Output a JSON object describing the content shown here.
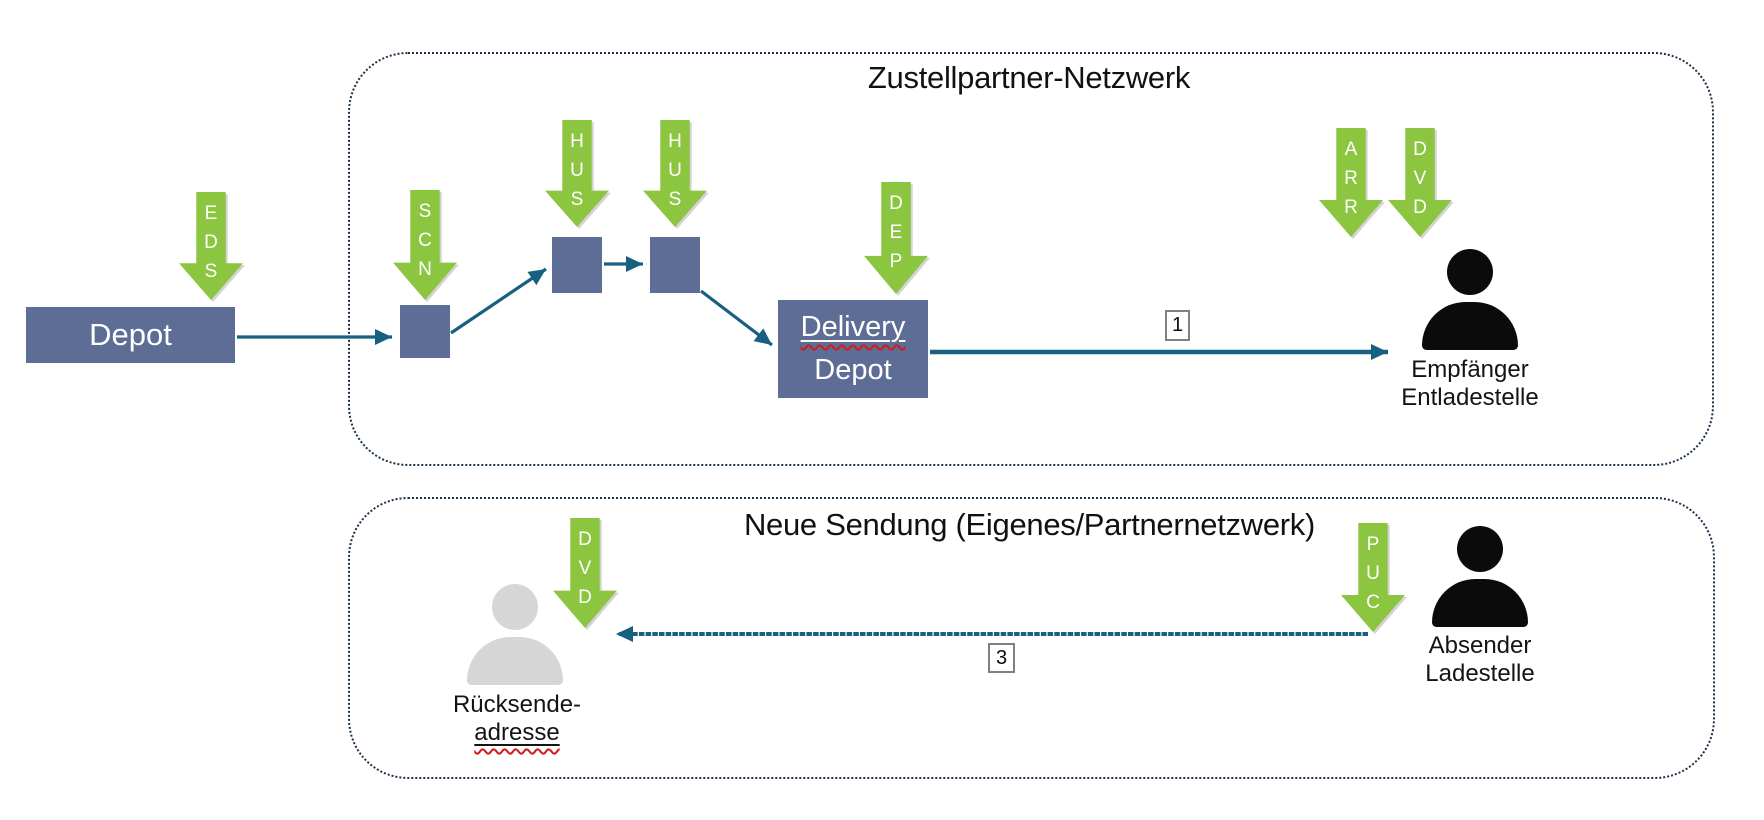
{
  "colors": {
    "event_arrow_green": "#8CC540",
    "node_fill": "#5D6D96",
    "connector_teal": "#17607F",
    "container_border_navy": "#1B3147",
    "person_black": "#0B0B0B",
    "person_gray": "#D6D6D6",
    "flow_label_border_gray": "#808080",
    "squiggle_red": "#D11A1A"
  },
  "top_section": {
    "title": "Zustellpartner-Netzwerk",
    "depot_label": "Depot",
    "events": [
      {
        "id": "eds",
        "label": "E\nD\nS"
      },
      {
        "id": "scn",
        "label": "S\nC\nN"
      },
      {
        "id": "hus1",
        "label": "H\nU\nS"
      },
      {
        "id": "hus2",
        "label": "H\nU\nS"
      },
      {
        "id": "dep",
        "label": "D\nE\nP"
      },
      {
        "id": "arr",
        "label": "A\nR\nR"
      },
      {
        "id": "dvd",
        "label": "D\nV\nD"
      }
    ],
    "delivery_depot": {
      "line1": "Delivery",
      "line2": "Depot"
    },
    "receiver": {
      "line1": "Empfänger",
      "line2": "Entladestelle"
    },
    "flow_label": "1"
  },
  "bottom_section": {
    "title": "Neue Sendung (Eigenes/Partnernetzwerk)",
    "events": [
      {
        "id": "dvd",
        "label": "D\nV\nD"
      },
      {
        "id": "puc",
        "label": "P\nU\nC"
      }
    ],
    "return_address": {
      "line1": "Rücksende-",
      "line2": "adresse"
    },
    "sender": {
      "line1": "Absender",
      "line2": "Ladestelle"
    },
    "flow_label": "3"
  }
}
